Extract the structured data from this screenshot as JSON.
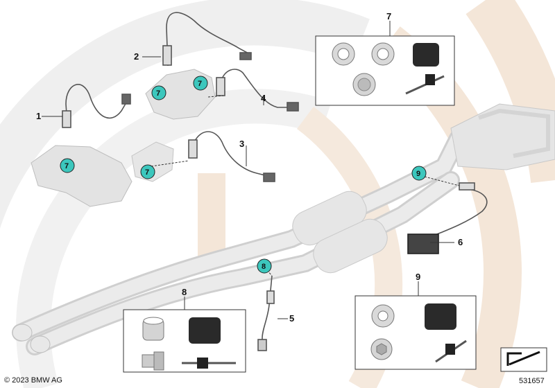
{
  "diagram": {
    "callouts": [
      "1",
      "2",
      "3",
      "4",
      "5",
      "6",
      "7",
      "8",
      "9"
    ],
    "badges": {
      "seven": "7",
      "eight": "8",
      "nine": "9"
    },
    "copyright": "© 2023 BMW AG",
    "diagram_number": "531657"
  },
  "colors": {
    "background_bands": "#eeeeee",
    "accent_bands": "#f2e4d6",
    "badge_fill": "#3cc7bd",
    "part_fill": "#e2e2e2",
    "line": "#333333"
  }
}
